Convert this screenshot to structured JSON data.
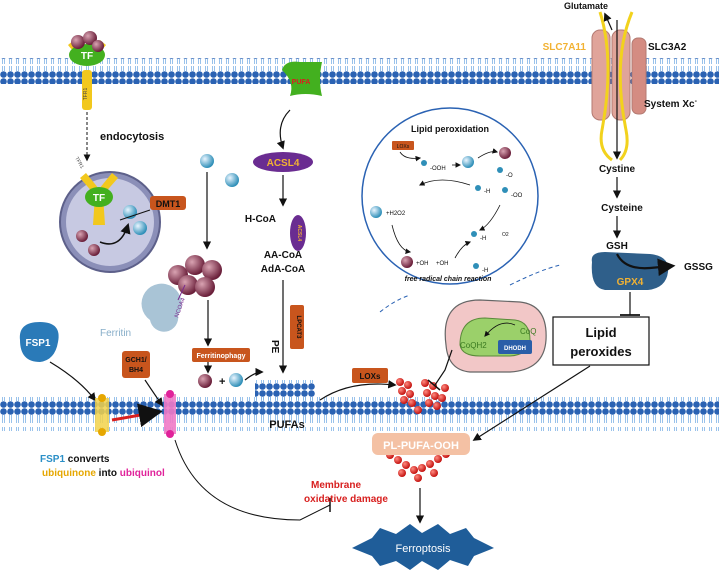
{
  "labels": {
    "glutamate": "Glutamate",
    "slc7a11": "SLC7A11",
    "slc3a2": "SLC3A2",
    "system_xc": "System Xc",
    "system_xc_sup": "-",
    "cystine": "Cystine",
    "cysteine": "Cysteine",
    "gsh": "GSH",
    "gssg": "GSSG",
    "gpx4": "GPX4",
    "lipid_peroxides_1": "Lipid",
    "lipid_peroxides_2": "peroxides",
    "tf": "TF",
    "tfr1": "TFR1",
    "endocytosis": "endocytosis",
    "dmt1": "DMT1",
    "ferritin": "Ferritin",
    "ncoa4": "NCOA4",
    "ferritinophagy": "Ferritinophagy",
    "fsp1": "FSP1",
    "gch1_bh4_1": "GCH1/",
    "gch1_bh4_2": "BH4",
    "pufa_tag": "PUFA",
    "acsl4": "ACSL4",
    "acsl4_small": "ACSL4",
    "h_coa": "H-CoA",
    "aa_coa": "AA-CoA",
    "ada_coa": "AdA-CoA",
    "pe": "PE",
    "lpcat3": "LPCAT3",
    "pufas": "PUFAs",
    "loxs": "LOXs",
    "loxs_small": "LOXs",
    "coqh2": "CoQH2",
    "coq": "CoQ",
    "dhodh": "DHODH",
    "pl_pufa_ooh": "PL-PUFA-OOH",
    "membrane_damage_1": "Membrane",
    "membrane_damage_2": "oxidative damage",
    "ferroptosis": "Ferroptosis",
    "fsp1_converts_a": "FSP1",
    "fsp1_converts_b": " converts",
    "ubiquinone": "ubiquinone",
    "into": " into ",
    "ubiquinol": "ubiquinol",
    "lipid_peroxidation_title": "Lipid peroxidation",
    "free_radical": "free radical chain reaction",
    "lp_ooh": "-OOH",
    "lp_o": "-O",
    "lp_h1": "-H",
    "lp_oo": "-OO",
    "lp_h2o2": "+H2O2",
    "lp_oh1": "+OH",
    "lp_oh2": "+OH",
    "lp_h3": "-H",
    "lp_o2": "O2",
    "lp_h4": "-H"
  },
  "colors": {
    "membrane_blue": "#2a62b3",
    "membrane_light": "#7fb2e6",
    "acsl4_purple": "#6a2c91",
    "gpx4_blue": "#2f5f8a",
    "gpx4_text": "#f2b233",
    "orange_box": "#c8551d",
    "ferritin_gray": "#a9c4d6",
    "fsp1_blue": "#2a7ab8",
    "tf_green": "#43b01f",
    "tfr1_yellow": "#f2c81d",
    "red_lipid": "#d8201f",
    "pl_box": "#f4c1a4",
    "ferroptosis_blue": "#1f5d99",
    "ubiquinone_color": "#e6a700",
    "ubiquinol_color": "#e0229a",
    "fsp1_text": "#2a8fc7",
    "mito_pink": "#f2c7c7",
    "mito_green": "#9bd06a",
    "dhodh_blue": "#2a5ea8"
  }
}
